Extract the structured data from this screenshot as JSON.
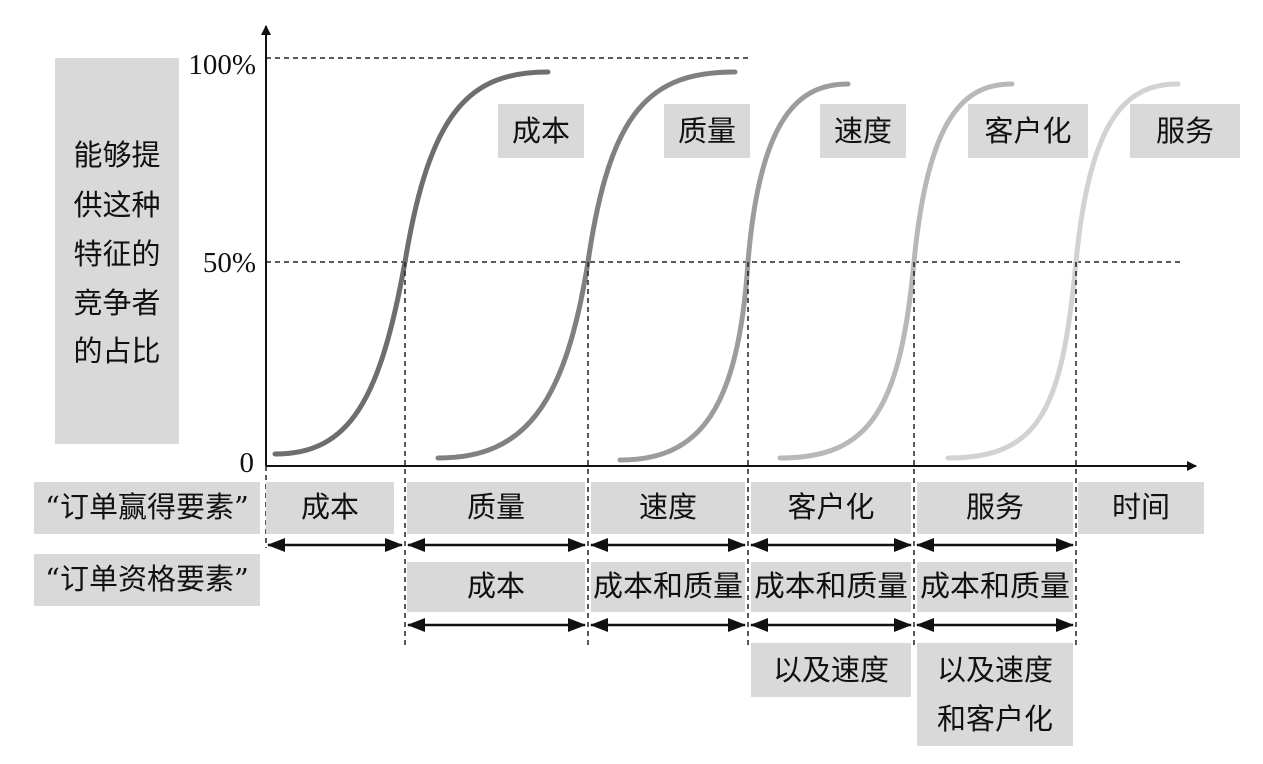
{
  "y_axis": {
    "label_lines": [
      "能够提",
      "供这种",
      "特征的",
      "竞争者",
      "的占比"
    ],
    "ticks": [
      "100%",
      "50%",
      "0"
    ]
  },
  "curves": [
    {
      "label": "成本",
      "color": "#6e6e6e"
    },
    {
      "label": "质量",
      "color": "#808080"
    },
    {
      "label": "速度",
      "color": "#9c9c9c"
    },
    {
      "label": "客户化",
      "color": "#b8b8b8"
    },
    {
      "label": "服务",
      "color": "#d2d2d2"
    }
  ],
  "rows": {
    "order_winners": {
      "label": "“订单赢得要素”",
      "items": [
        "成本",
        "质量",
        "速度",
        "客户化",
        "服务",
        "时间"
      ]
    },
    "order_qualifiers": {
      "label": "“订单资格要素”",
      "items": [
        "成本",
        "成本和质量",
        "成本和质量",
        "成本和质量"
      ],
      "extra": [
        [
          "以及速度"
        ],
        [
          "以及速度",
          "和客户化"
        ]
      ]
    }
  }
}
